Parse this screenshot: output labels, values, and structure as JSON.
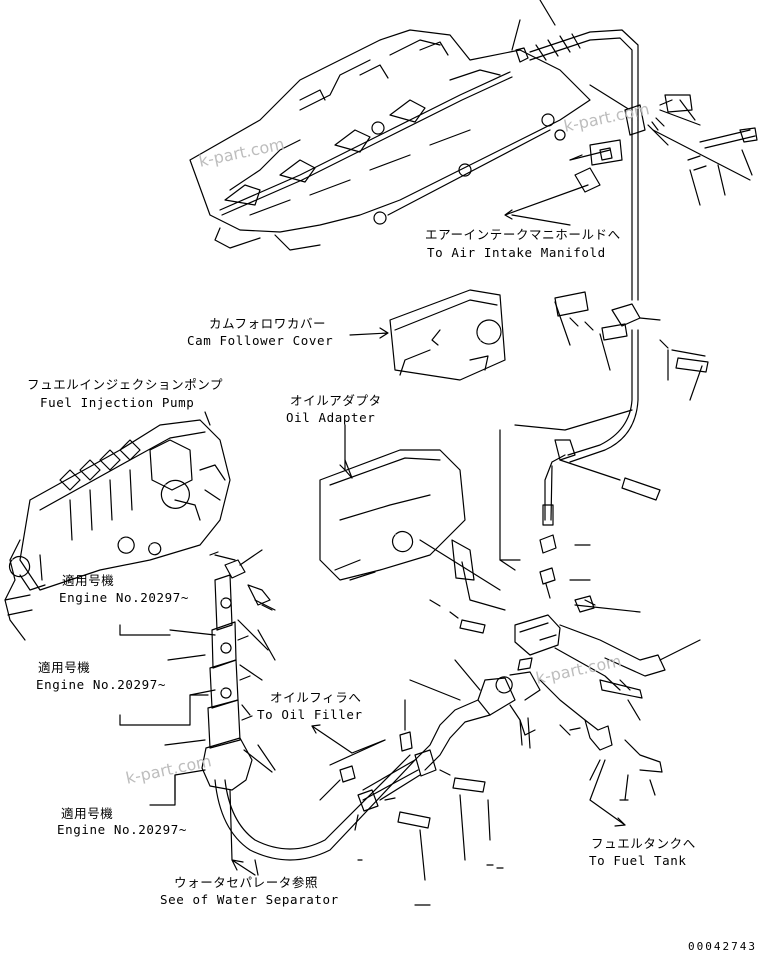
{
  "labels": {
    "air_intake_jp": "エアーインテークマニホールドへ",
    "air_intake_en": "To Air Intake Manifold",
    "cam_cover_jp": "カムフォロワカバー",
    "cam_cover_en": "Cam Follower Cover",
    "fuel_pump_jp": "フュエルインジェクションポンプ",
    "fuel_pump_en": "Fuel Injection Pump",
    "oil_adapter_jp": "オイルアダプタ",
    "oil_adapter_en": "Oil Adapter",
    "engine_no_1_jp": "適用号機",
    "engine_no_1_en": "Engine No.20297~",
    "engine_no_2_jp": "適用号機",
    "engine_no_2_en": "Engine No.20297~",
    "engine_no_3_jp": "適用号機",
    "engine_no_3_en": "Engine No.20297~",
    "oil_filler_jp": "オイルフィラへ",
    "oil_filler_en": "To Oil Filler",
    "water_sep_jp": "ウォータセパレータ参照",
    "water_sep_en": "See of Water Separator",
    "fuel_tank_jp": "フュエルタンクへ",
    "fuel_tank_en": "To Fuel Tank"
  },
  "watermarks": [
    "k-part.com",
    "k-part.com",
    "k-part.com",
    "k-part.com"
  ],
  "drawing_code": "00042743",
  "colors": {
    "line": "#000000",
    "watermark": "#bdbdbd",
    "background": "#ffffff"
  }
}
